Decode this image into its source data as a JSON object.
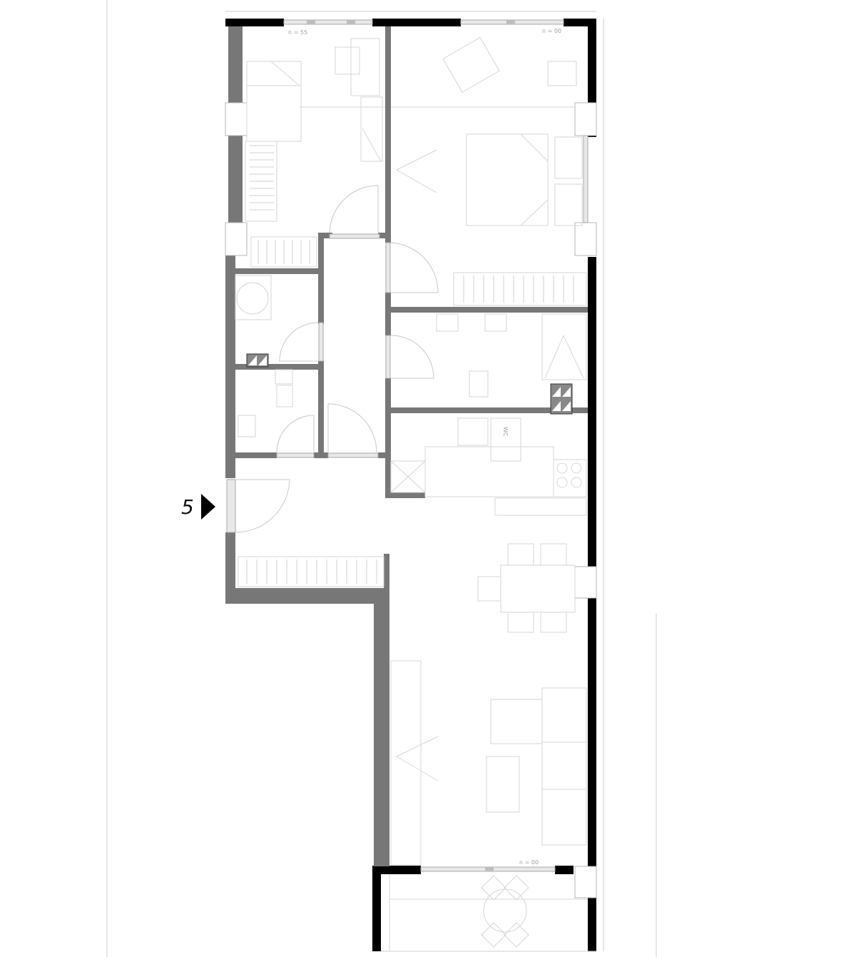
{
  "labels": {
    "entrance_marker": "5",
    "window_note_1": "n = 55",
    "window_note_2": "n = 00",
    "window_note_3": "n = 00",
    "wc": "WC"
  },
  "colors": {
    "exterior_wall": "#000000",
    "interior_wall": "#777777",
    "fixture_line": "#d6d6d6",
    "glass_fill": "#e8e8e8"
  },
  "icons": {
    "entrance_arrow": "triangle-right-icon",
    "shaft": "ventilation-shaft-icon"
  }
}
